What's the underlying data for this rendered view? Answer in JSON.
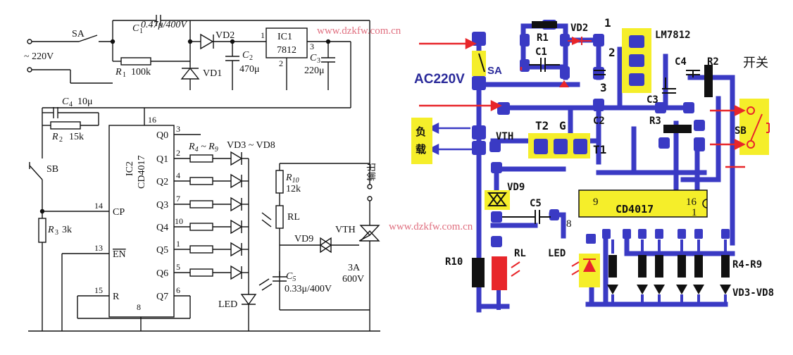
{
  "watermark": "www.dzkfw.com.cn",
  "schematic": {
    "supply": "~ 220V",
    "SA": "SA",
    "C1_label": "C",
    "C1_sub": "1",
    "C1_value": "0.47μ/400V",
    "R1_label": "R",
    "R1_sub": "1",
    "R1_value": "100k",
    "VD1": "VD1",
    "VD2": "VD2",
    "IC1": "IC1",
    "IC1_part": "7812",
    "IC1_pin1": "1",
    "IC1_pin2": "2",
    "IC1_pin3": "3",
    "C2_label": "C",
    "C2_sub": "2",
    "C2_value": "470μ",
    "C3_label": "C",
    "C3_sub": "3",
    "C3_value": "220μ",
    "C4_label": "C",
    "C4_sub": "4",
    "C4_value": "10μ",
    "R2_label": "R",
    "R2_sub": "2",
    "R2_value": "15k",
    "SB": "SB",
    "R3_label": "R",
    "R3_sub": "3",
    "R3_value": "3k",
    "IC2": "IC2",
    "IC2_part": "CD4017",
    "pin16": "16",
    "pin14": "14",
    "pin13": "13",
    "pin15": "15",
    "pin8": "8",
    "CP": "CP",
    "EN": "EN",
    "R": "R",
    "outputs": [
      {
        "name": "Q0",
        "pin": "3"
      },
      {
        "name": "Q1",
        "pin": "2"
      },
      {
        "name": "Q2",
        "pin": "4"
      },
      {
        "name": "Q3",
        "pin": "7"
      },
      {
        "name": "Q4",
        "pin": "10"
      },
      {
        "name": "Q5",
        "pin": "1"
      },
      {
        "name": "Q6",
        "pin": "5"
      },
      {
        "name": "Q7",
        "pin": "6"
      }
    ],
    "R4R9": "R",
    "R4R9_sub": "4",
    "R4R9_tail": " ~ R",
    "R4R9_sub2": "9",
    "VD3VD8": "VD3 ~ VD8",
    "R10_label": "R",
    "R10_sub": "10",
    "R10_value": "12k",
    "RL": "RL",
    "VD9": "VD9",
    "VTH": "VTH",
    "output_label": "输出",
    "LED": "LED",
    "C5_label": "C",
    "C5_sub": "5",
    "C5_value": "0.33μ/400V",
    "triac_rating1": "3A",
    "triac_rating2": "600V"
  },
  "layout_board": {
    "AC220V": "AC220V",
    "SA": "SA",
    "R1": "R1",
    "VD2": "VD2",
    "C1": "C1",
    "n1": "1",
    "n2": "2",
    "n3": "3",
    "LM7812": "LM7812",
    "C4": "C4",
    "R2": "R2",
    "C3": "C3",
    "switch": "开关",
    "C2": "C2",
    "R3": "R3",
    "SB": "SB",
    "T2": "T2",
    "G": "G",
    "T1": "T1",
    "VTH": "VTH",
    "load1": "负",
    "load2": "载",
    "VD9": "VD9",
    "C5": "C5",
    "CD4017": "CD4017",
    "pin9": "9",
    "pin16": "16",
    "pin1": "1",
    "pin8": "8",
    "R10": "R10",
    "RL": "RL",
    "LED": "LED",
    "R4R9": "R4-R9",
    "VD3VD8": "VD3-VD8"
  },
  "colors": {
    "trace": "#3a3ac4",
    "accent_red": "#e8262a",
    "highlight": "#f5ee2a",
    "ink": "#111111",
    "watermark": "#e07080"
  }
}
